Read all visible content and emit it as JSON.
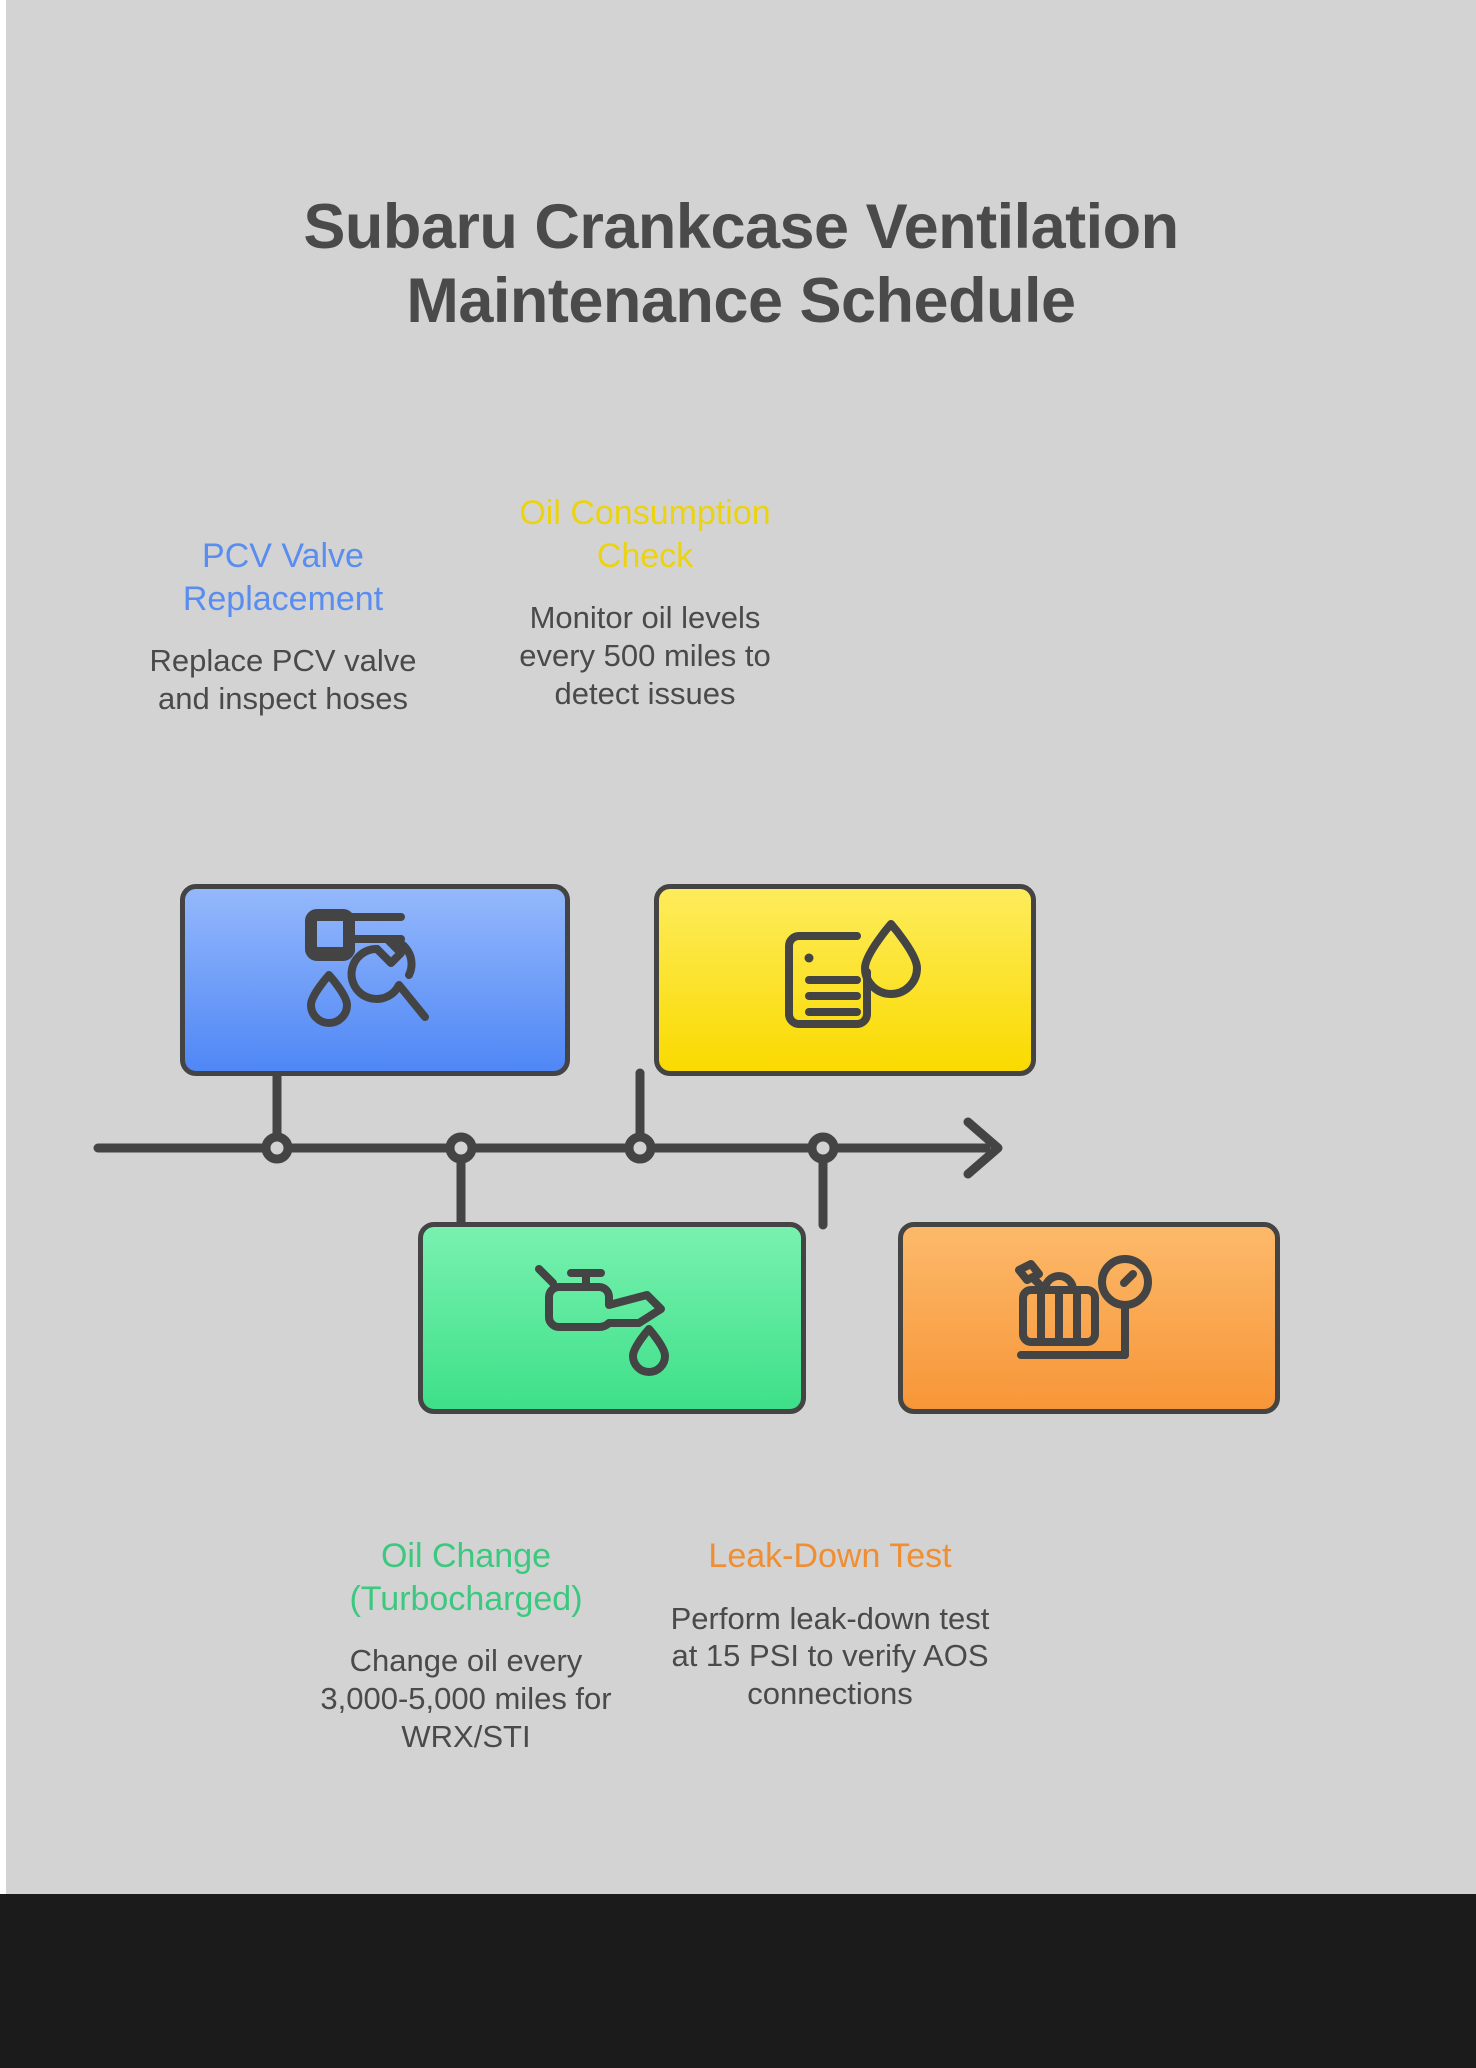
{
  "page": {
    "background_color": "#d3d3d3",
    "footer_bar_color": "#1b1b1b"
  },
  "title": {
    "line1": "Subaru Crankcase Ventilation",
    "line2": "Maintenance Schedule",
    "color": "#4a4a4a"
  },
  "timeline": {
    "line_color": "#444444",
    "node_count": 4,
    "direction": "left-to-right-arrow"
  },
  "milestones": [
    {
      "id": "pcv-valve-replacement",
      "title": "PCV Valve Replacement",
      "description": "Replace PCV valve and inspect hoses",
      "title_color": "#5a8df0",
      "card_color_top": "#94b8fb",
      "card_color_bottom": "#4f87f6",
      "icon": "faucet-drip-wrench-icon",
      "position": "above"
    },
    {
      "id": "oil-consumption-check",
      "title": "Oil Consumption Check",
      "description": "Monitor oil levels every 500 miles to detect issues",
      "title_color": "#ecd311",
      "card_color_top": "#fdec5c",
      "card_color_bottom": "#fada00",
      "icon": "document-oil-drop-icon",
      "position": "above"
    },
    {
      "id": "oil-change-turbocharged",
      "title": "Oil Change (Turbocharged)",
      "description": "Change oil every 3,000-5,000 miles for WRX/STI",
      "title_color": "#3cc97f",
      "card_color_top": "#79f1b0",
      "card_color_bottom": "#3ee089",
      "icon": "oil-can-drip-icon",
      "position": "below"
    },
    {
      "id": "leak-down-test",
      "title": "Leak-Down Test",
      "description": "Perform leak-down test at 15 PSI to verify AOS connections",
      "title_color": "#ef8e33",
      "card_color_top": "#fcb96a",
      "card_color_bottom": "#f79638",
      "icon": "engine-pressure-gauge-icon",
      "position": "below"
    }
  ]
}
